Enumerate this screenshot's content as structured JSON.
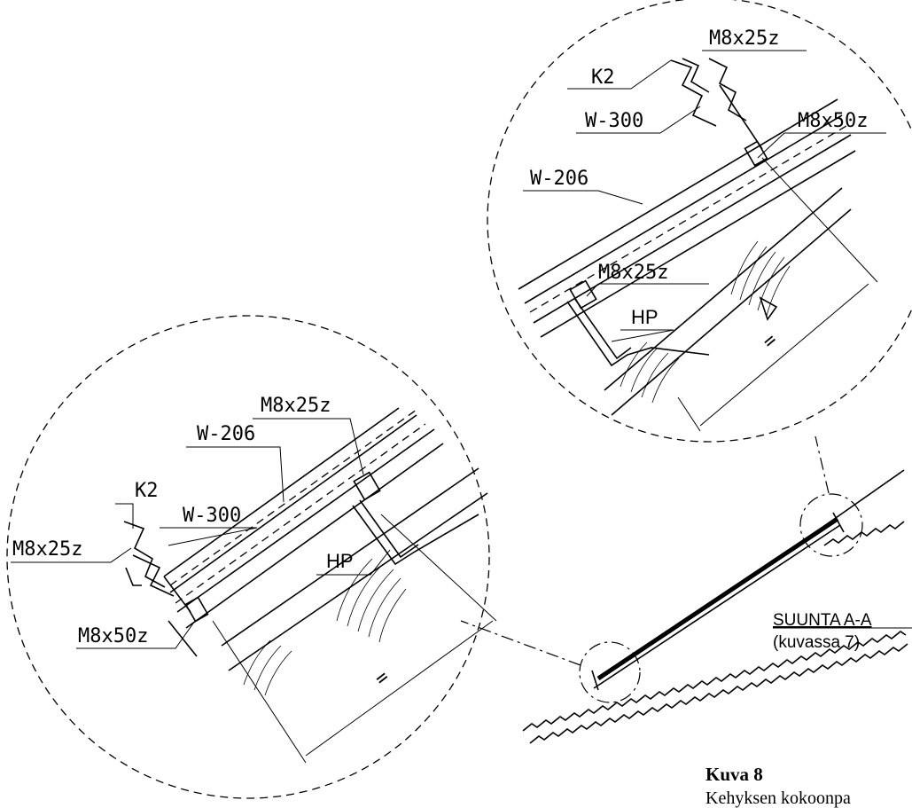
{
  "detail_bottom": {
    "labels": {
      "bolt_top": "M8x25z",
      "profile_w206": "W-206",
      "clip_k2": "K2",
      "profile_w300": "W-300",
      "bolt_left": "M8x25z",
      "hat_profile": "HP",
      "bolt_bottom": "M8x50z",
      "equal_sign": "="
    }
  },
  "detail_top": {
    "labels": {
      "bolt_top": "M8x25z",
      "clip_k2": "K2",
      "profile_w300": "W-300",
      "bolt_right": "M8x50z",
      "profile_w206": "W-206",
      "bolt_mid": "M8x25z",
      "hat_profile": "HP",
      "equal_sign": "="
    }
  },
  "section_view": {
    "title": "SUUNTA A-A",
    "subtitle": "(kuvassa 7)"
  },
  "caption": {
    "title": "Kuva 8",
    "text": "Kehyksen kokoonpa"
  }
}
